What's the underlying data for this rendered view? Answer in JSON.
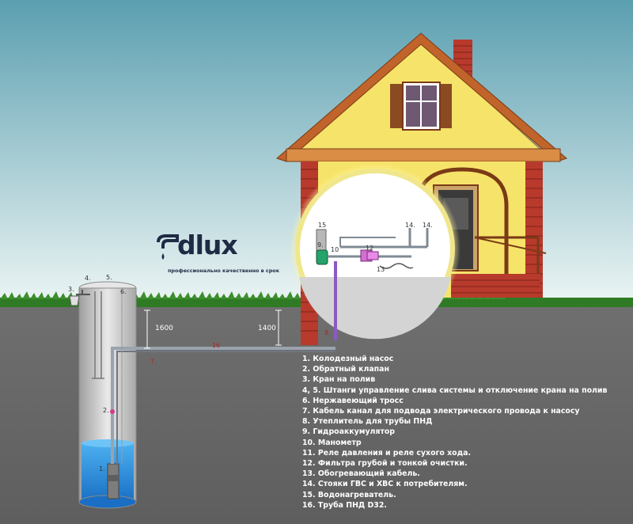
{
  "logo": {
    "word": "dlux",
    "tagline": "профессионально качественно в срок"
  },
  "dimensions": {
    "depth_well": "1600",
    "depth_house": "1400"
  },
  "callouts": {
    "n1": "1.",
    "n2": "2.",
    "n3": "3.",
    "n4": "4.",
    "n5": "5.",
    "n6": "6.",
    "n7": "7.",
    "n8": "8.",
    "n9": "9.",
    "n10": "10",
    "n12": "12",
    "n13": "13",
    "n14a": "14.",
    "n14b": "14.",
    "n15": "15",
    "n16": "16"
  },
  "legend": [
    "1. Колодезный насос",
    "2. Обратный клапан",
    "3. Кран на полив",
    "4, 5. Штанги управление слива системы и отключение крана на полив",
    "6. Нержавеющий тросс",
    "7. Кабель канал для подвода электрического провода к насосу",
    "8. Утеплитель для трубы ПНД",
    "9. Гидроаккумулятор",
    "10. Манометр",
    "11. Реле давления и реле сухого хода.",
    "12. Фильтра грубой и тонкой очистки.",
    "13. Обогревающий кабель.",
    "14. Стояки ГВС и ХВС к потребителям.",
    "15. Водонагреватель.",
    "16. Труба ПНД D32."
  ],
  "colors": {
    "sky_top": "#5fa3b3",
    "sky_bottom": "#e6f1f1",
    "ground": "#6e6e6e",
    "grass": "#2f7a25",
    "wall": "#f6e36a",
    "roof": "#c0642b",
    "brick": "#b83a2c",
    "water": "#1e88d8",
    "pipe": "#9aa3ad"
  }
}
